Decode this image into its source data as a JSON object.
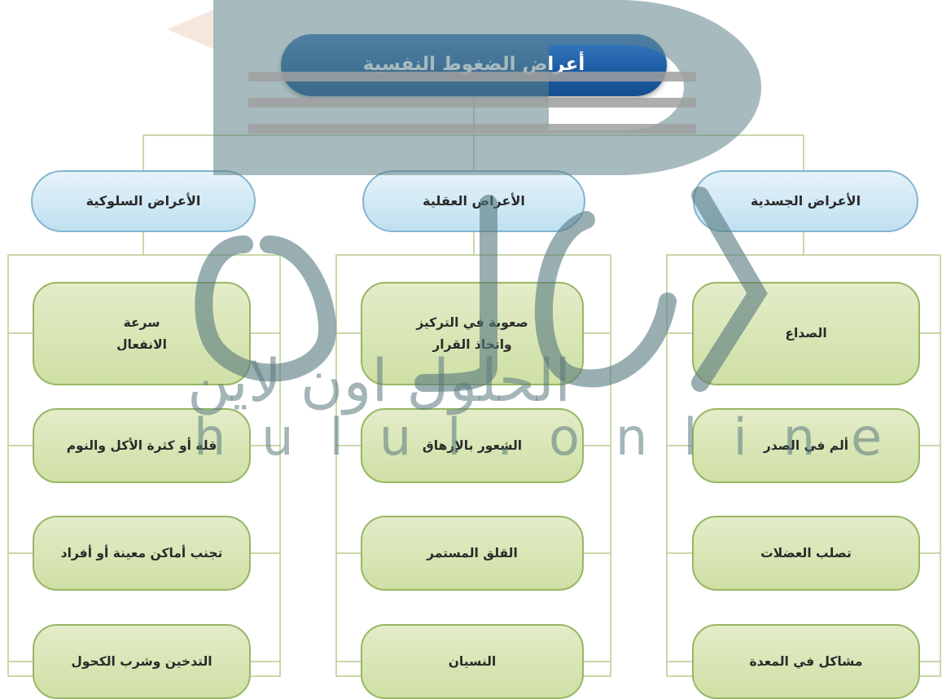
{
  "root": {
    "label": "أعراض الضغوط النفسية"
  },
  "categories": [
    {
      "label": "الأعراض السلوكية",
      "items": [
        "سرعة\nالانفعال",
        "قلة أو كثرة الأكل والنوم",
        "تجنب أماكن معينة أو أفراد",
        "التدخين وشرب الكحول"
      ]
    },
    {
      "label": "الأعراض العقلية",
      "items": [
        "صعوبة في التركيز\nواتخاذ القرار",
        "الشعور بالإرهاق",
        "القلق المستمر",
        "النسيان"
      ]
    },
    {
      "label": "الأعراض الجسدية",
      "items": [
        "الصداع",
        "ألم في الصدر",
        "تصلب العضلات",
        "مشاكل في المعدة"
      ]
    }
  ],
  "watermark": {
    "arabic": "الحلول اون لاين",
    "latin": "hulul.online"
  },
  "colors": {
    "root": "#1a5aa3",
    "category": "#bfe0f0",
    "item": "#cfe0a5",
    "line": "#a9c47a"
  }
}
